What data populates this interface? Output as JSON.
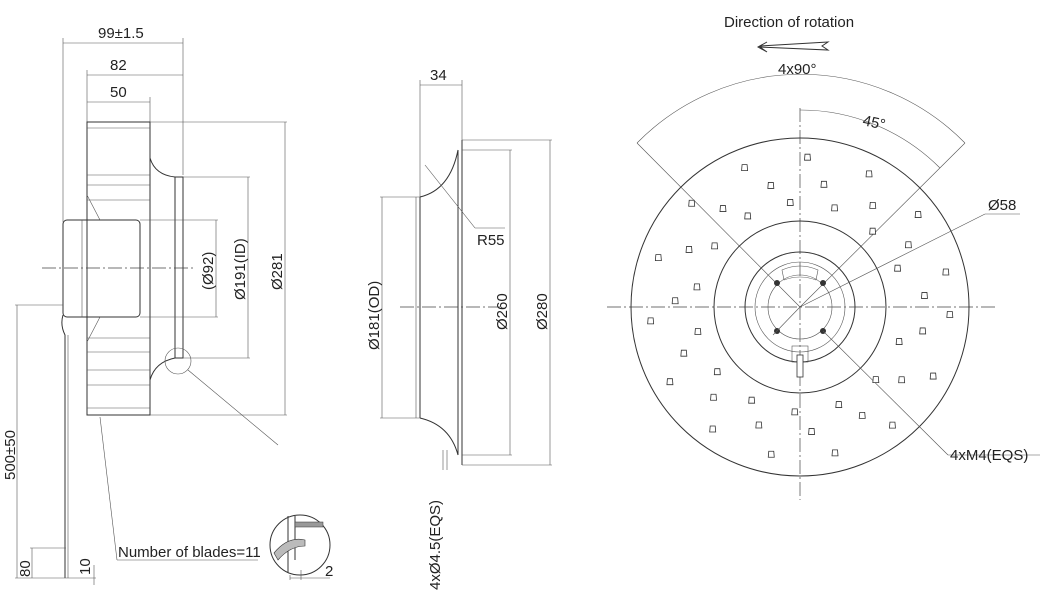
{
  "side_view": {
    "dim_overall_length": "99±1.5",
    "dim_82": "82",
    "dim_50": "50",
    "dim_hub": "(Ø92)",
    "dim_inner_diameter": "Ø191(ID)",
    "dim_outer_diameter": "Ø281",
    "dim_cable_length": "500±50",
    "dim_80": "80",
    "dim_10": "10",
    "blades_note": "Number of blades=11",
    "detail_dim": "2"
  },
  "inlet_ring_view": {
    "dim_depth": "34",
    "dim_radius": "R55",
    "dim_od": "Ø181(OD)",
    "dim_260": "Ø260",
    "dim_280": "Ø280",
    "dim_holes": "4xØ4.5(EQS)"
  },
  "front_view": {
    "rotation_label": "Direction of rotation",
    "angle_pattern": "4x90°",
    "angle_offset": "45°",
    "dim_bolt_circle": "Ø58",
    "dim_threads": "4xM4(EQS)"
  }
}
